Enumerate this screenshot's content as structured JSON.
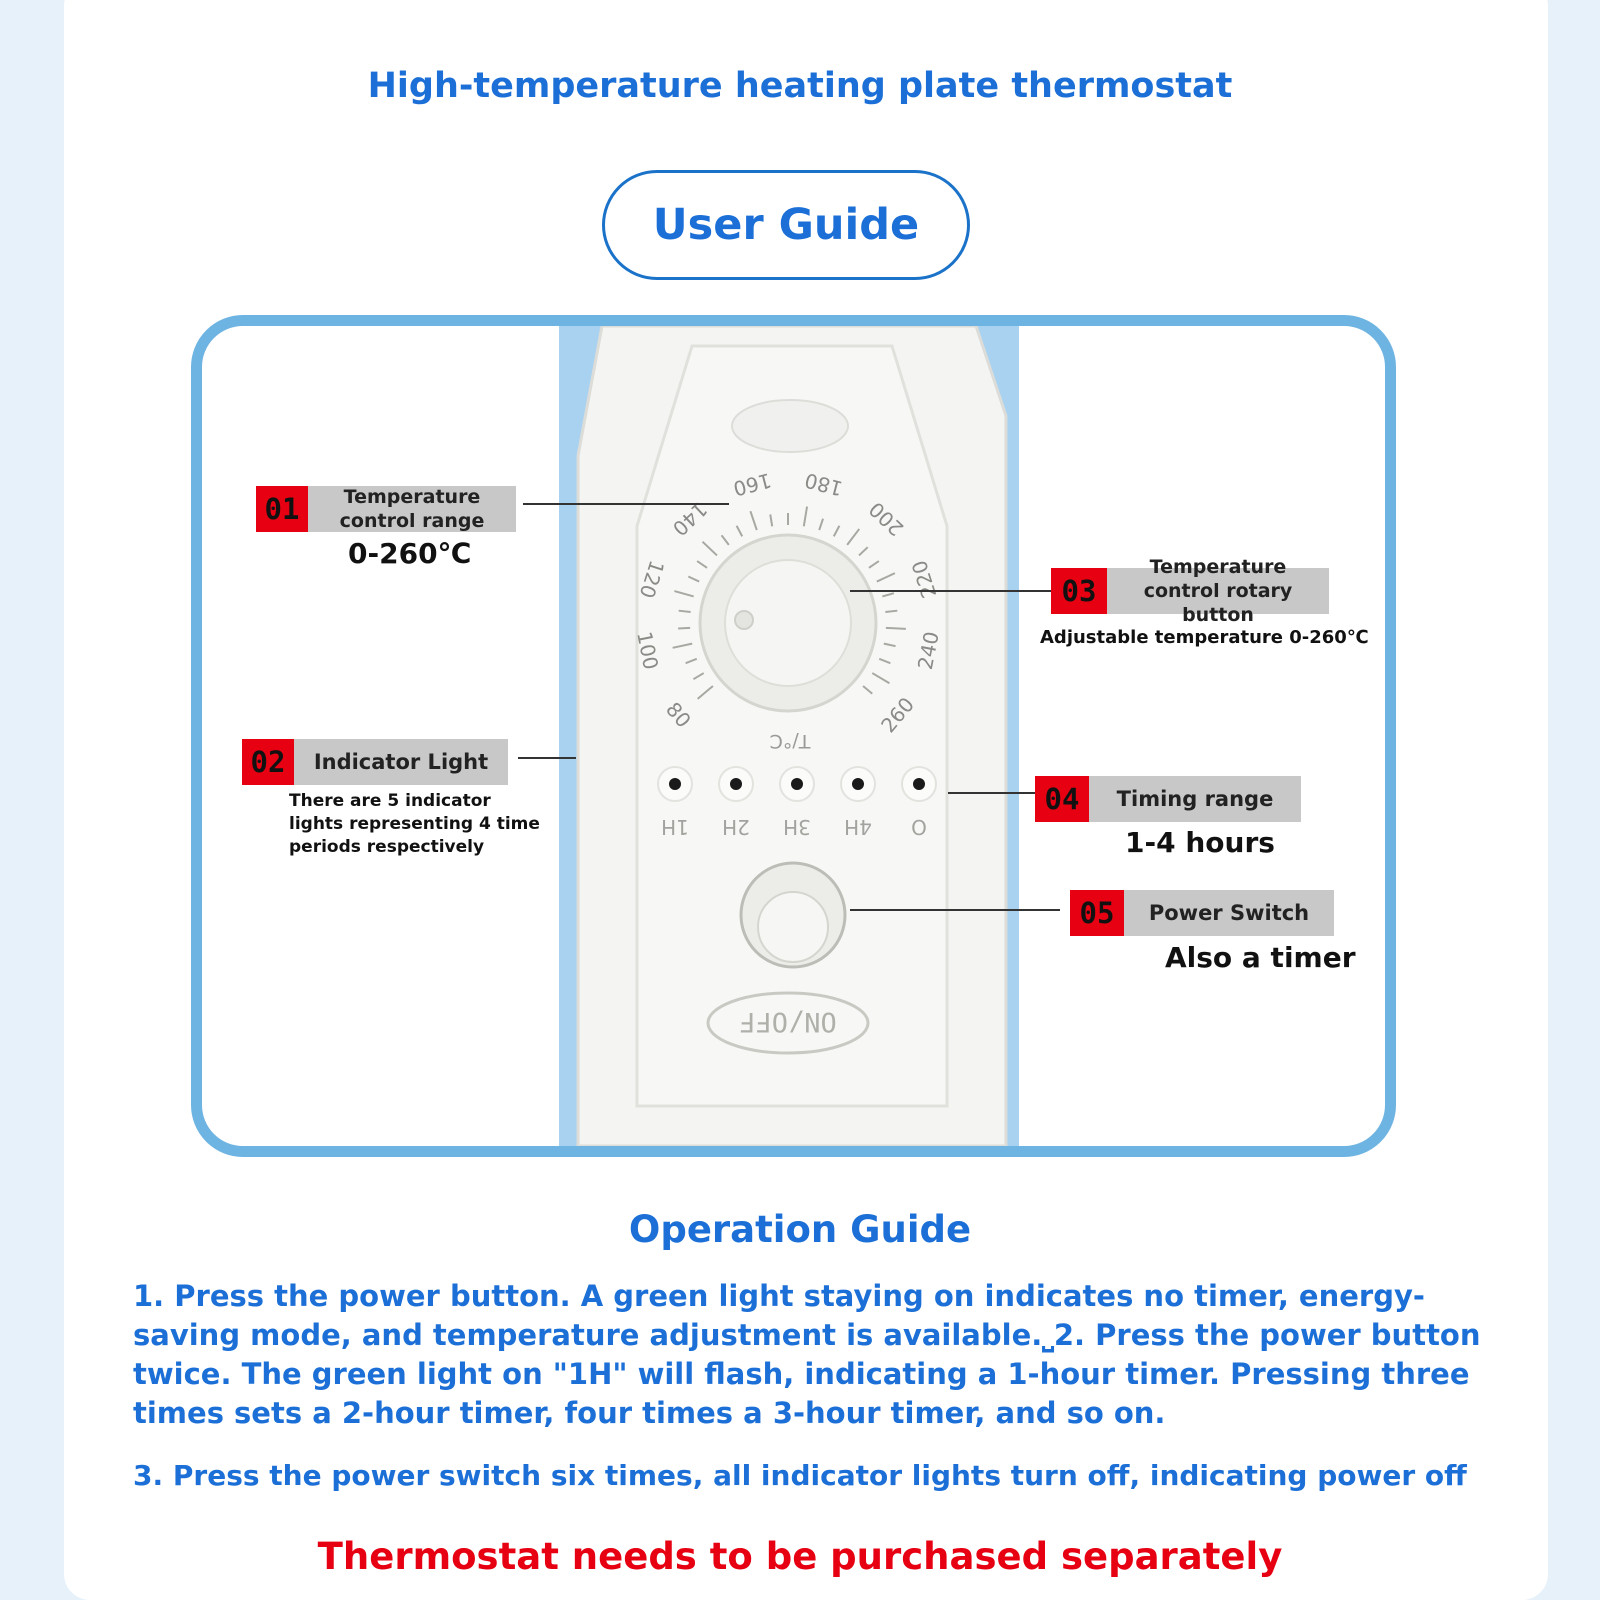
{
  "header": {
    "title": "High-temperature heating plate thermostat"
  },
  "guide": {
    "label": "User Guide"
  },
  "device": {
    "dial_ticks": [
      "80",
      "100",
      "120",
      "140",
      "160",
      "180",
      "200",
      "220",
      "240",
      "260"
    ],
    "dial_unit": "T/°C",
    "lights": [
      "1H",
      "2H",
      "3H",
      "4H",
      "O"
    ],
    "switch_label": "ON/OFF"
  },
  "callouts": [
    {
      "num": "01",
      "label": "Temperature control range",
      "value": "0-260℃"
    },
    {
      "num": "02",
      "label": "Indicator Light",
      "value": "There are 5 indicator lights representing 4 time periods respectively"
    },
    {
      "num": "03",
      "label": "Temperature control rotary button",
      "value": "Adjustable temperature 0-260℃"
    },
    {
      "num": "04",
      "label": "Timing range",
      "value": "1-4 hours"
    },
    {
      "num": "05",
      "label": "Power Switch",
      "value": "Also a timer"
    }
  ],
  "operation": {
    "title": "Operation Guide",
    "step1": "1. Press the power button. A green light staying on indicates no timer, energy-saving mode, and temperature adjustment is available.⎵2. Press the power button twice. The green light on \"1H\" will flash, indicating a 1-hour timer. Pressing three times sets a 2-hour timer, four times a 3-hour timer, and so on.",
    "step3": "3. Press the power switch six times, all indicator lights turn off, indicating power off"
  },
  "note": "Thermostat needs to be purchased separately",
  "colors": {
    "accent": "#1b6fd6",
    "warning": "#e60012",
    "tag_gray": "#c8c8c8",
    "frame": "#6eb4e2"
  }
}
